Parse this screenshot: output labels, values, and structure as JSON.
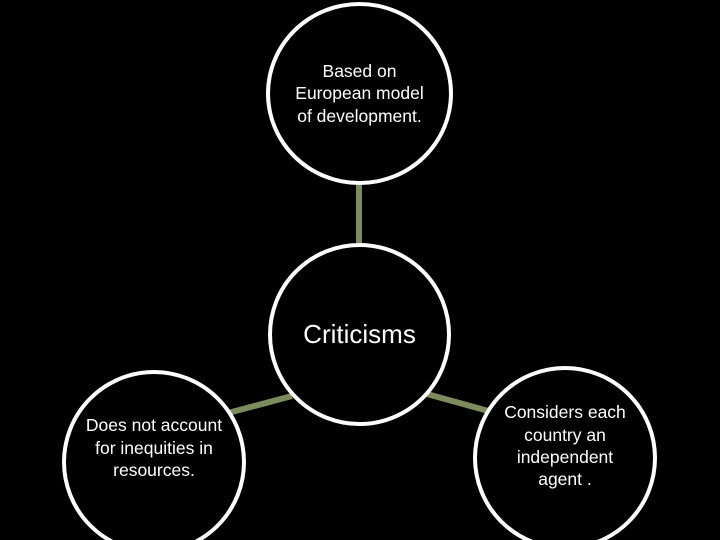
{
  "diagram": {
    "type": "radial-hub-and-spoke",
    "background_color": "#000000",
    "node_fill_color": "#000000",
    "node_border_color": "#FFFFFF",
    "text_color": "#FFFFFF",
    "connector_color": "#7D8C5C",
    "hub": {
      "label": "Criticisms"
    },
    "spokes": [
      {
        "id": "top",
        "label": "Based on European model of development."
      },
      {
        "id": "bottom-left",
        "label": "Does not account for inequities in resources."
      },
      {
        "id": "bottom-right",
        "label": "Considers each country an independent agent ."
      }
    ]
  }
}
